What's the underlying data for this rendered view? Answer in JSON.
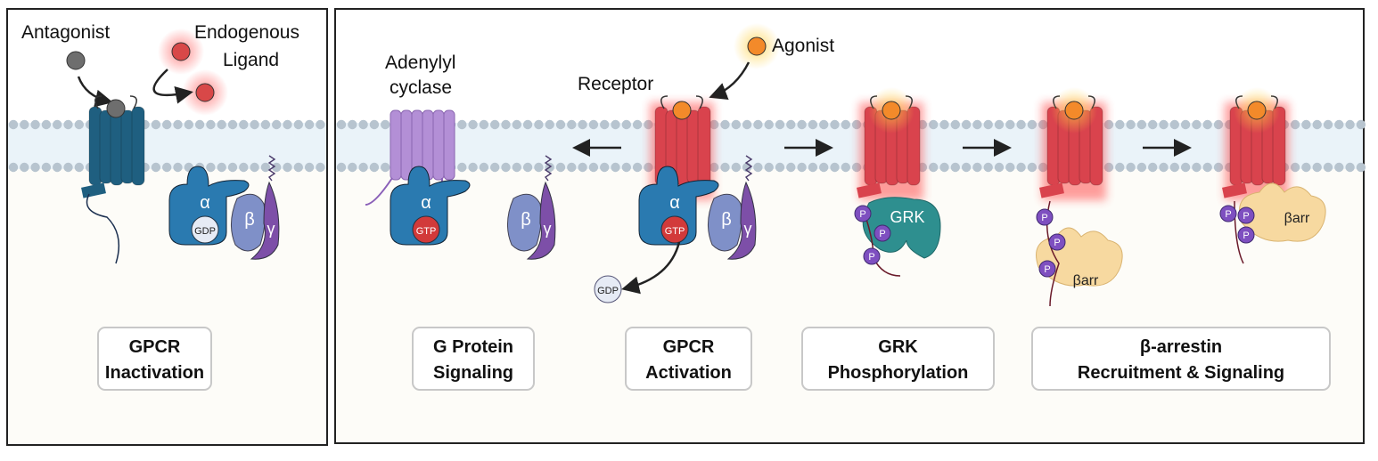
{
  "labels": {
    "antagonist": "Antagonist",
    "endogenous_ligand": [
      "Endogenous",
      "Ligand"
    ],
    "adenylyl_cyclase": [
      "Adenylyl",
      "cyclase"
    ],
    "receptor": "Receptor",
    "agonist": "Agonist"
  },
  "protein_labels": {
    "alpha": "α",
    "beta": "β",
    "gamma": "γ",
    "gdp": "GDP",
    "gtp": "GTP",
    "grk": "GRK",
    "p": "P",
    "barr": "βarr"
  },
  "stages": [
    {
      "line1": "GPCR",
      "line2": "Inactivation"
    },
    {
      "line1": "G Protein",
      "line2": "Signaling"
    },
    {
      "line1": "GPCR",
      "line2": "Activation"
    },
    {
      "line1": "GRK",
      "line2": "Phosphorylation"
    },
    {
      "line1": "β-arrestin",
      "line2": "Recruitment & Signaling"
    }
  ],
  "colors": {
    "inactive_receptor": "#1f5f80",
    "active_receptor": "#d9434d",
    "g_alpha": "#2a7ab0",
    "g_beta": "#7f90c8",
    "g_gamma": "#7d4fa8",
    "adenylyl_cyclase": "#b38fd6",
    "grk": "#2e8f8f",
    "arrestin": "#f7d9a0",
    "phosphate": "#7e4fc0",
    "agonist": "#f38a2a",
    "ligand": "#d84848",
    "antagonist": "#6e6e6e",
    "membrane_head": "#b7c4cf"
  }
}
